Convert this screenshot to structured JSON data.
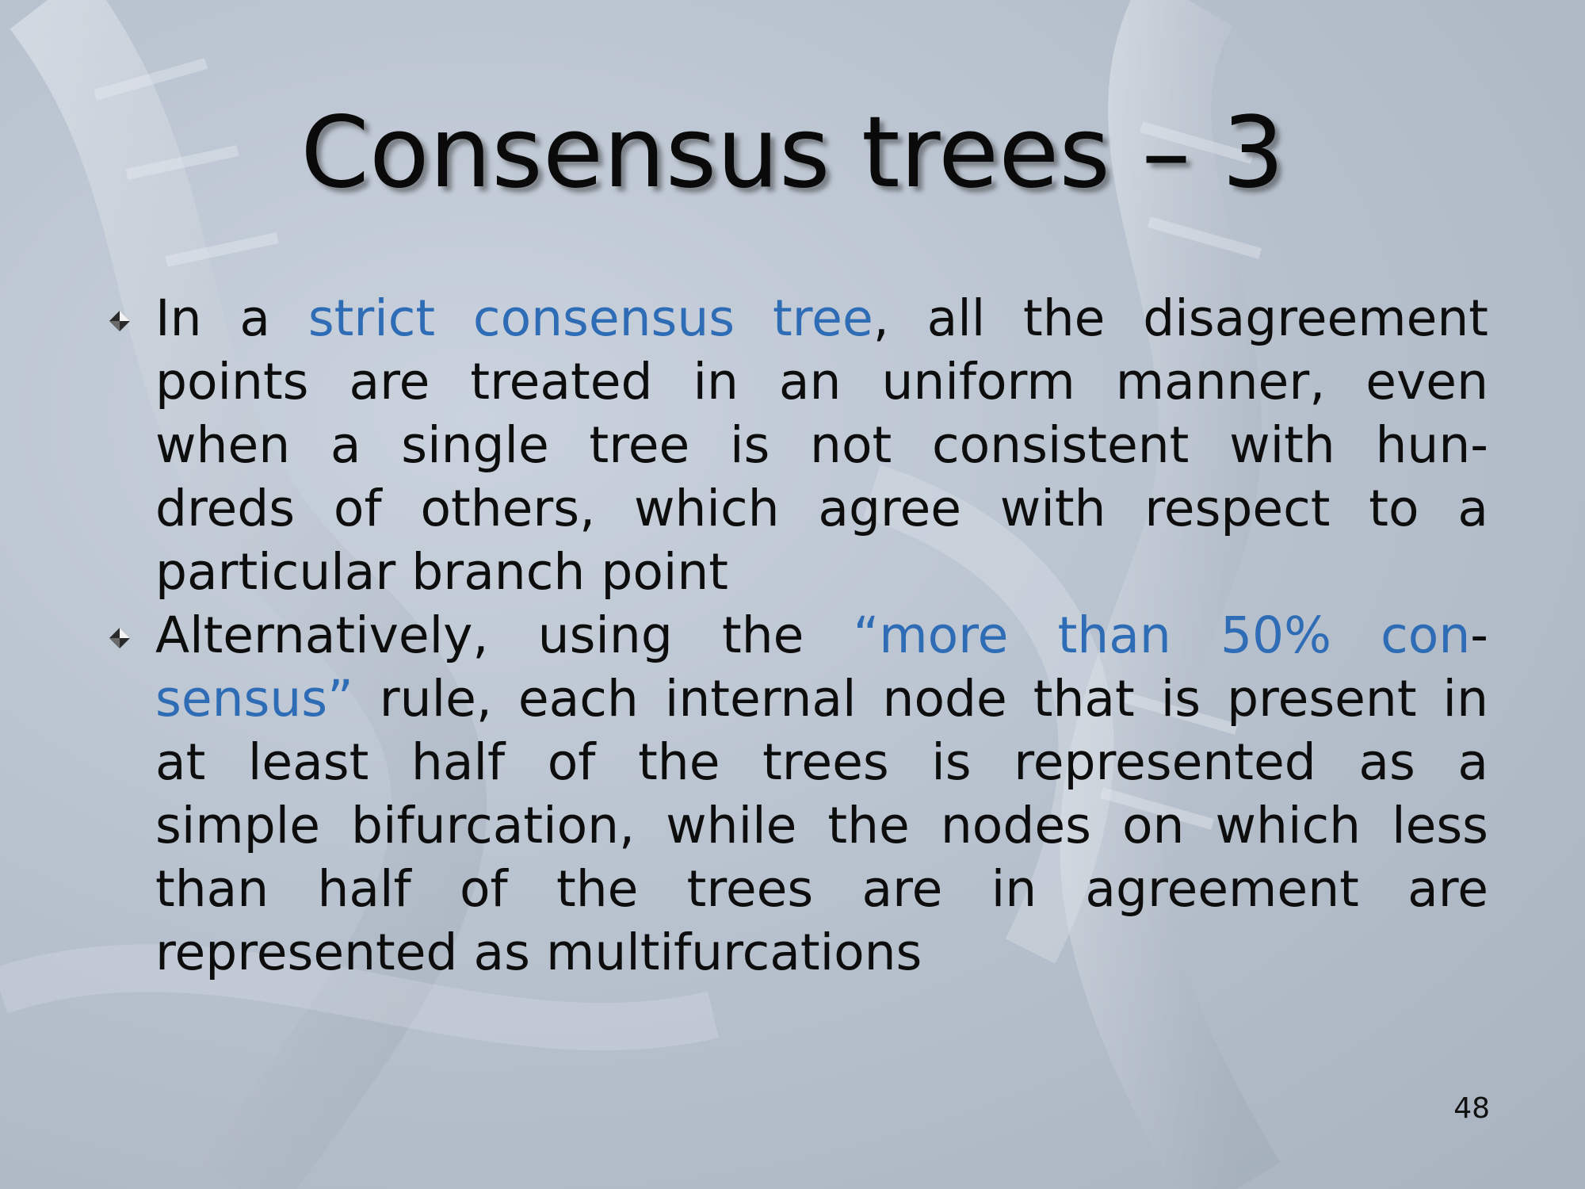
{
  "slide": {
    "title": "Consensus trees – 3",
    "page_number": "48",
    "highlight_color": "#2e6cb6",
    "bullet_icon": "diamond-bullet-icon",
    "bullets": [
      {
        "lines": [
          [
            "In a ",
            {
              "hl": "strict consensus tree"
            },
            ", all the disagreement"
          ],
          [
            "points are treated in an uniform manner, even"
          ],
          [
            "when a single tree is not consistent with hun-"
          ],
          [
            "dreds of others, which agree with respect to a"
          ],
          [
            "particular branch point"
          ]
        ]
      },
      {
        "lines": [
          [
            "Alternatively, using the ",
            {
              "hl": "“more than 50% con"
            },
            "-"
          ],
          [
            {
              "hl": "sensus”"
            },
            " rule, each internal node that is present in"
          ],
          [
            "at least half of the trees is represented as a"
          ],
          [
            "simple bifurcation, while the nodes on which less"
          ],
          [
            "than half of the trees are in agreement are"
          ],
          [
            "represented as multifurcations"
          ]
        ]
      }
    ]
  }
}
